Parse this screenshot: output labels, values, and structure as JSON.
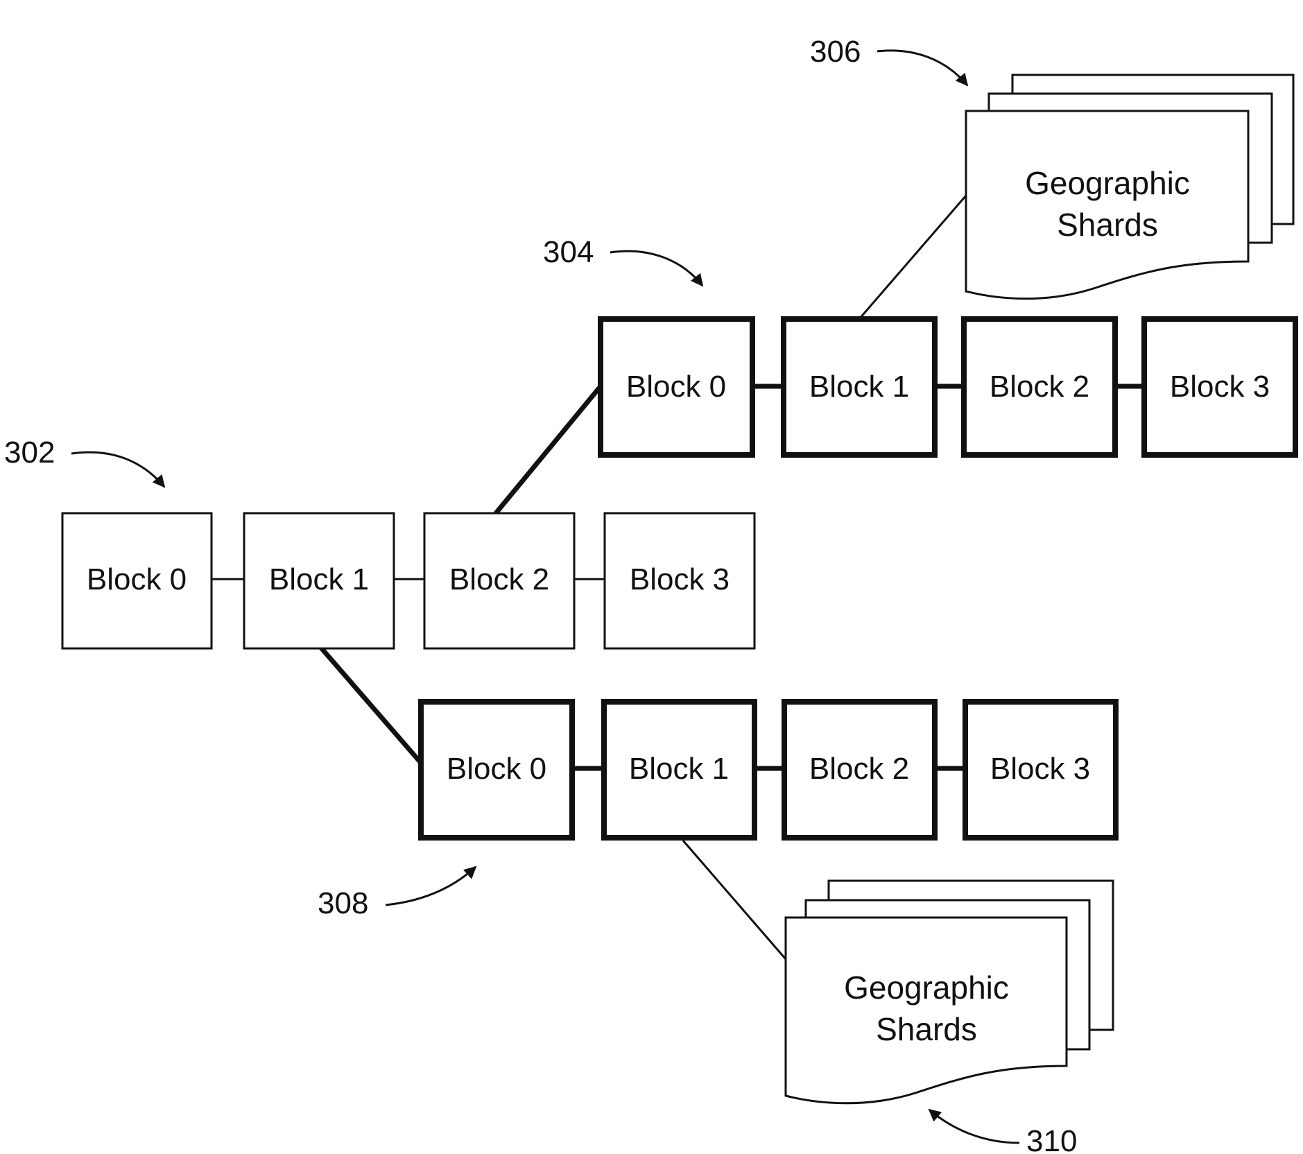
{
  "colors": {
    "ink": "#111111",
    "background": "#ffffff"
  },
  "chains": {
    "main": {
      "ref": "302",
      "blocks": [
        "Block 0",
        "Block 1",
        "Block 2",
        "Block 3"
      ]
    },
    "upper": {
      "ref": "304",
      "blocks": [
        "Block 0",
        "Block 1",
        "Block 2",
        "Block 3"
      ]
    },
    "lower": {
      "ref": "308",
      "blocks": [
        "Block 0",
        "Block 1",
        "Block 2",
        "Block 3"
      ]
    }
  },
  "shards": {
    "upper": {
      "ref": "306",
      "line1": "Geographic",
      "line2": "Shards"
    },
    "lower": {
      "ref": "310",
      "line1": "Geographic",
      "line2": "Shards"
    }
  }
}
